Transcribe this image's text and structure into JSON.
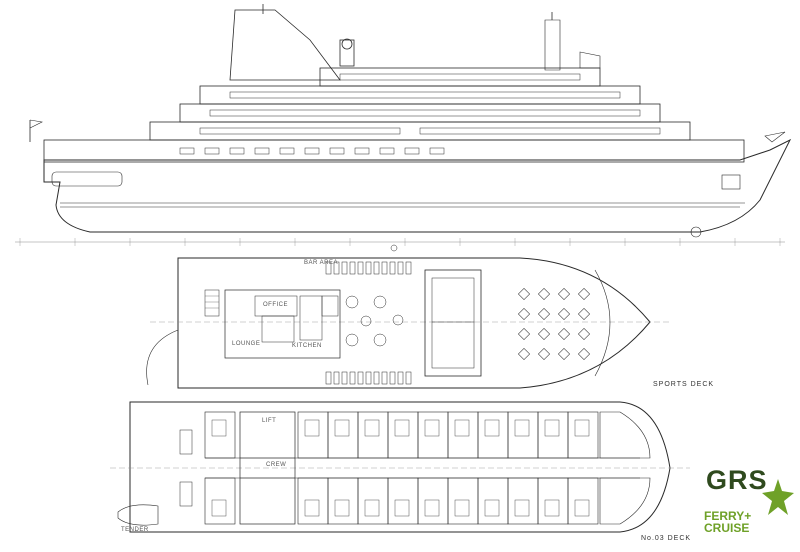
{
  "drawing": {
    "sports_deck_label": "SPORTS DECK",
    "no3_deck_label": "No.03 DECK",
    "bar_area_label": "BAR AREA",
    "office_label": "OFFICE",
    "kitchen_label": "KITCHEN",
    "salon_label": "LOUNGE",
    "crew_label": "CREW",
    "lift_label": "LIFT",
    "tender_label": "TENDER"
  },
  "logo": {
    "name": "GRS",
    "line1": "FERRY+",
    "line2": "CRUISE",
    "brand_dark": "#2f4a1e",
    "brand_green": "#6fa128"
  },
  "colors": {
    "line": "#2a2a2a",
    "light_line": "#8a8a8a",
    "background": "#ffffff"
  }
}
